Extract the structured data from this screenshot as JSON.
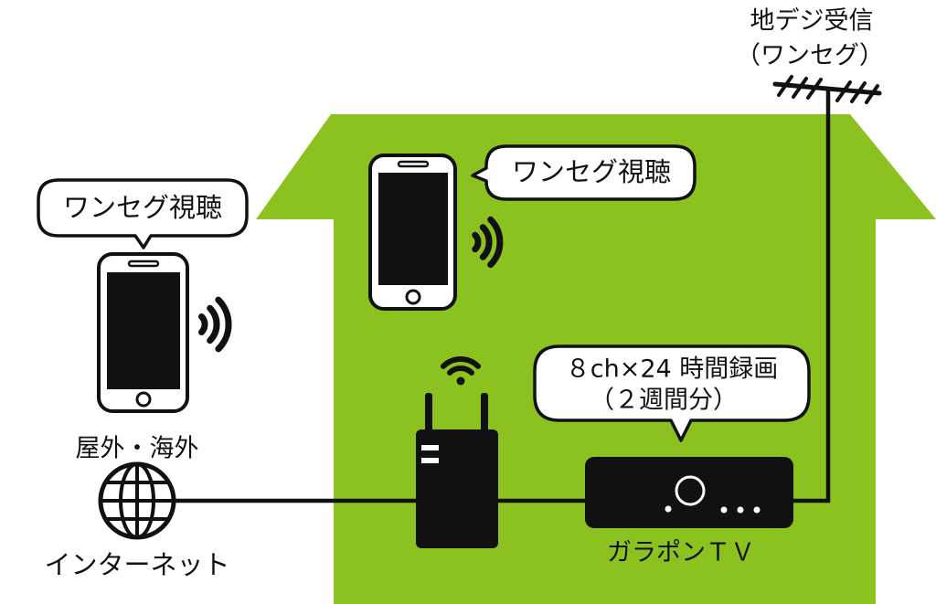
{
  "colors": {
    "house": "#8cc21f",
    "ink": "#111111",
    "paper": "#ffffff"
  },
  "antenna": {
    "label_line1": "地デジ受信",
    "label_line2": "（ワンセグ）",
    "icon": "antenna-icon"
  },
  "outdoor": {
    "bubble": "ワンセグ視聴",
    "label": "屋外・海外",
    "internet_label": "インターネット",
    "icons": [
      "smartphone-icon",
      "signal-waves-icon",
      "globe-icon"
    ]
  },
  "home": {
    "bubble": "ワンセグ視聴",
    "icons": [
      "house-icon",
      "smartphone-icon",
      "signal-waves-icon",
      "router-icon",
      "wifi-icon"
    ]
  },
  "recorder": {
    "bubble_line1": "８ch×24 時間録画",
    "bubble_line2": "（２週間分）",
    "label": "ガラポンＴＶ",
    "icon": "recorder-box-icon"
  }
}
